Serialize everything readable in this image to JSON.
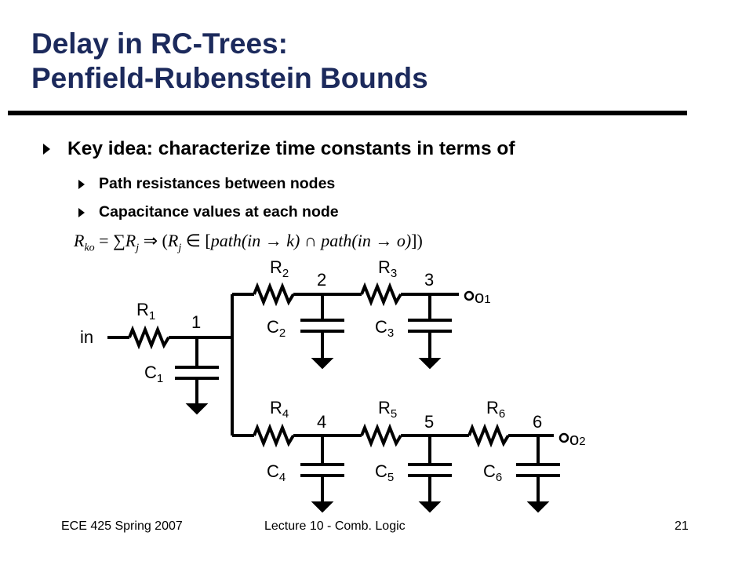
{
  "slide": {
    "title_line1": "Delay in RC-Trees:",
    "title_line2": "Penfield-Rubenstein Bounds",
    "bullets": [
      "Key idea: characterize time constants in terms of",
      "Path resistances between nodes",
      "Capacitance values at each node"
    ],
    "formula": {
      "lhs": "R",
      "lhs_sub": "ko",
      "equals": " = ",
      "sum": "∑",
      "term": "R",
      "term_sub": "j",
      "implies": " ⇒ (",
      "term2": "R",
      "term2_sub": "j",
      "member": " ∈ [",
      "path1": "path(in → k)",
      "intersect": " ∩ ",
      "path2": "path(in → o)",
      "close": "])"
    }
  },
  "circuit": {
    "input_label": "in",
    "resistors": [
      {
        "name": "R",
        "sub": "1"
      },
      {
        "name": "R",
        "sub": "2"
      },
      {
        "name": "R",
        "sub": "3"
      },
      {
        "name": "R",
        "sub": "4"
      },
      {
        "name": "R",
        "sub": "5"
      },
      {
        "name": "R",
        "sub": "6"
      }
    ],
    "capacitors": [
      {
        "name": "C",
        "sub": "1"
      },
      {
        "name": "C",
        "sub": "2"
      },
      {
        "name": "C",
        "sub": "3"
      },
      {
        "name": "C",
        "sub": "4"
      },
      {
        "name": "C",
        "sub": "5"
      },
      {
        "name": "C",
        "sub": "6"
      }
    ],
    "nodes": [
      "1",
      "2",
      "3",
      "4",
      "5",
      "6"
    ],
    "outputs": [
      {
        "name": "o",
        "sub": "1"
      },
      {
        "name": "o",
        "sub": "2"
      }
    ]
  },
  "footer": {
    "left": "ECE 425 Spring 2007",
    "center": "Lecture 10 - Comb. Logic",
    "right": "21"
  },
  "colors": {
    "title": "#1c2a5c",
    "text": "#000000",
    "background": "#ffffff"
  }
}
